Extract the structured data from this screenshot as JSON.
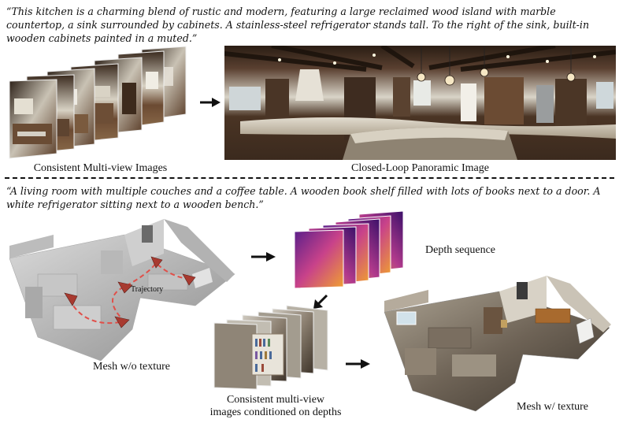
{
  "top_section": {
    "prompt": "“This kitchen is a charming blend of rustic and modern, featuring a large reclaimed wood island with marble countertop, a sink surrounded by cabinets. A stainless-steel refrigerator stands tall. To the right of the sink, built-in wooden cabinets painted in a muted.”",
    "left_label": "Consistent Multi-view Images",
    "right_label": "Closed-Loop Panoramic Image"
  },
  "bottom_section": {
    "prompt": "“A living room with multiple couches and a coffee table. A wooden book shelf filled with lots of books next to a door. A white refrigerator sitting next to a wooden bench.”",
    "trajectory_label": "Trajectory",
    "mesh_plain_label": "Mesh w/o texture",
    "depth_label": "Depth sequence",
    "multiview_label_line1": "Consistent multi-view",
    "multiview_label_line2": "images conditioned on depths",
    "mesh_textured_label": "Mesh w/ texture"
  },
  "colors": {
    "trajectory": "#e0504a",
    "camera": "#a83a30",
    "depth_warm": "#f0a030",
    "depth_cool": "#5a1f8a"
  }
}
